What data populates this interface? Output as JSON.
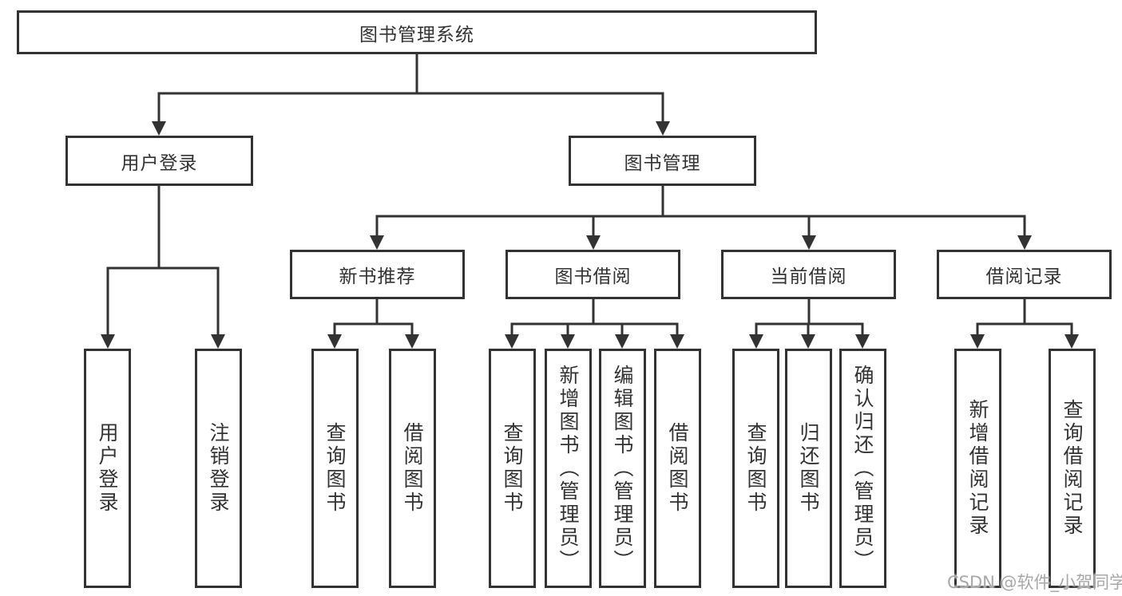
{
  "tree": {
    "root": "图书管理系统",
    "user_login": {
      "label": "用户登录",
      "children": [
        "用户登录",
        "注销登录"
      ]
    },
    "book_mgmt": {
      "label": "图书管理",
      "groups": [
        {
          "label": "新书推荐",
          "children": [
            "查询图书",
            "借阅图书"
          ]
        },
        {
          "label": "图书借阅",
          "children": [
            "查询图书",
            "新增图书（管理员）",
            "编辑图书（管理员）",
            "借阅图书"
          ]
        },
        {
          "label": "当前借阅",
          "children": [
            "查询图书",
            "归还图书",
            "确认归还（管理员）"
          ]
        },
        {
          "label": "借阅记录",
          "children": [
            "新增借阅记录",
            "查询借阅记录"
          ]
        }
      ]
    }
  },
  "watermark": "CSDN @软件_小贺同学",
  "colors": {
    "line": "#333333",
    "text": "#333333",
    "watermark": "#a8a8a8",
    "background": "#ffffff"
  }
}
